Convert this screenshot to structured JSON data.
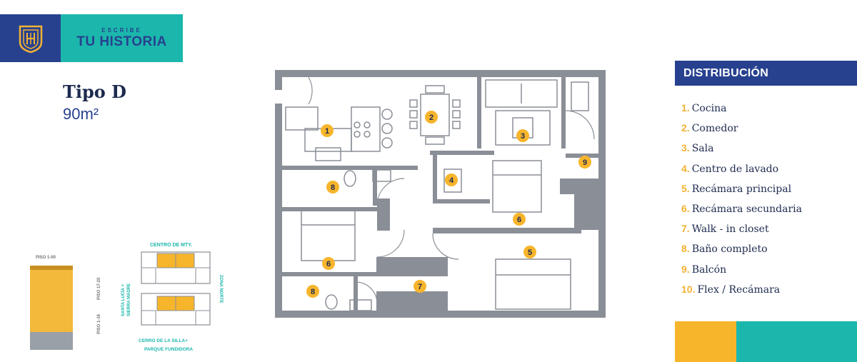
{
  "brand": {
    "tagline_small": "ESCRIBE",
    "tagline_big": "TU HISTORIA"
  },
  "unit": {
    "title": "Tipo D",
    "area": "90m²"
  },
  "distribution": {
    "header": "DISTRIBUCIÓN",
    "items": [
      {
        "num": "1.",
        "label": "Cocina"
      },
      {
        "num": "2.",
        "label": "Comedor"
      },
      {
        "num": "3.",
        "label": "Sala"
      },
      {
        "num": "4.",
        "label": "Centro de lavado"
      },
      {
        "num": "5.",
        "label": "Recámara principal"
      },
      {
        "num": "6.",
        "label": "Recámara secundaria"
      },
      {
        "num": "7.",
        "label": "Walk - in closet"
      },
      {
        "num": "8.",
        "label": "Baño completo"
      },
      {
        "num": "9.",
        "label": "Balcón"
      },
      {
        "num": "10.",
        "label": "Flex / Recámara"
      }
    ]
  },
  "plan_markers": [
    "1",
    "2",
    "3",
    "4",
    "5",
    "6",
    "6",
    "7",
    "8",
    "8",
    "9"
  ],
  "mini_map": {
    "label_top": "CENTRO DE MTY.",
    "label_bottom_1": "CERRO DE LA SILLA+",
    "label_bottom_2": "PARQUE FUNDIDORA",
    "label_left_1": "SANTA LUCÍA +",
    "label_left_2": "SIERRA MADRE",
    "label_right": "ZONA NORTE",
    "floor_top": "PISO 1-00",
    "floor_mid": "PISO 17-20",
    "floor_low": "PISO 1-16"
  },
  "colors": {
    "navy": "#27418f",
    "teal": "#1bb7ac",
    "yellow": "#f7b52c",
    "wall": "#8a8e96"
  }
}
